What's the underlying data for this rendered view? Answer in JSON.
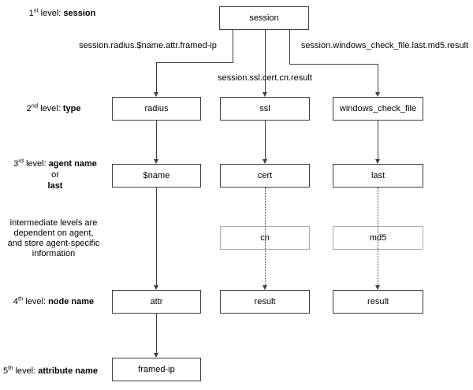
{
  "colors": {
    "background": "#ffffff",
    "line": "#3f3f3f",
    "node_border": "#3f3f3f",
    "intermediate_node_border": "#ababab",
    "text": "#000000"
  },
  "levels": {
    "level1": {
      "num": "1",
      "ordinal": "st",
      "text": "level:",
      "bold": "session"
    },
    "level2": {
      "num": "2",
      "ordinal": "nd",
      "text": "level:",
      "bold": "type"
    },
    "level3": {
      "num": "3",
      "ordinal": "rd",
      "text": "level:",
      "bold": "agent name",
      "or": "or",
      "alt": "last"
    },
    "intermediate": {
      "lines": [
        "intermediate levels are",
        "dependent on agent,",
        "and store agent-specific",
        "information"
      ]
    },
    "level4": {
      "num": "4",
      "ordinal": "th",
      "text": "level:",
      "bold": "node name"
    },
    "level5": {
      "num": "5",
      "ordinal": "th",
      "text": "level:",
      "bold": "attribute name"
    }
  },
  "nodes": {
    "session": "session",
    "radius": "radius",
    "ssl": "ssl",
    "windows_check_file": "windows_check_file",
    "agent_name": "$name",
    "cert": "cert",
    "last": "last",
    "cn": "cn",
    "md5": "md5",
    "attr": "attr",
    "result_ssl": "result",
    "result_wcf": "result",
    "framed_ip": "framed-ip"
  },
  "edge_labels": {
    "radius_path": "session.radius.$name.attr.framed-ip",
    "ssl_path": "session.ssl.cert.cn.result",
    "wcf_path": "session.windows_check_file.last.md5.result"
  }
}
